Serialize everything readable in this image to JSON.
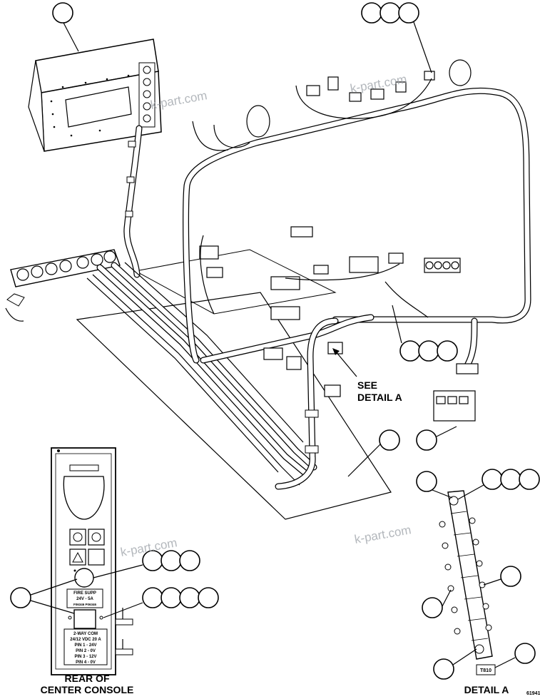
{
  "labels": {
    "see_detail_line1": "SEE",
    "see_detail_line2": "DETAIL A",
    "rear_console_line1": "REAR OF",
    "rear_console_line2": "CENTER CONSOLE",
    "detail_a": "DETAIL A",
    "figure_number": "61941"
  },
  "watermark": "k-part.com",
  "console_panel": {
    "fire_supp_line1": "FIRE SUPP",
    "fire_supp_line2": "24V - 5A",
    "fire_supp_line3": "F06346 P06346",
    "plug_line1": "2-WAY COM",
    "plug_line2": "24/12 VDC 20 A",
    "pin1": "PIN 1 - 24V",
    "pin2": "PIN 2 - 0V",
    "pin3": "PIN 3 - 12V",
    "pin4": "PIN 4 - 0V"
  },
  "detail_a": {
    "tag": "T810"
  },
  "colors": {
    "line": "#000000",
    "background": "#ffffff",
    "watermark": "#9aa0a6"
  }
}
